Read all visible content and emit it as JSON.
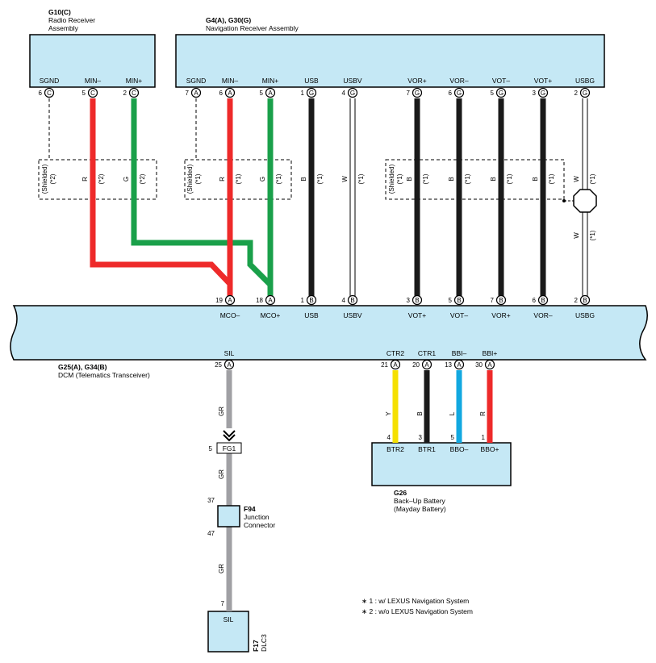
{
  "colors": {
    "box_fill": "#c5e8f5",
    "wire_red": "#ee2a2a",
    "wire_green": "#1aa04a",
    "wire_black": "#1a1a1a",
    "wire_gray": "#a0a0a4",
    "wire_yellow": "#f5e000",
    "wire_blue": "#12a8e0",
    "wire_white": "#ffffff"
  },
  "radio": {
    "code": "G10(C)",
    "name_lines": [
      "Radio Receiver",
      "Assembly"
    ],
    "pins": [
      {
        "name": "SGND",
        "num": "6",
        "letter": "C"
      },
      {
        "name": "MIN–",
        "num": "5",
        "letter": "C"
      },
      {
        "name": "MIN+",
        "num": "2",
        "letter": "C"
      }
    ]
  },
  "nav": {
    "code": "G4(A), G30(G)",
    "name": "Navigation Receiver Assembly",
    "pins": [
      {
        "name": "SGND",
        "num": "7",
        "letter": "A"
      },
      {
        "name": "MIN–",
        "num": "6",
        "letter": "A"
      },
      {
        "name": "MIN+",
        "num": "5",
        "letter": "A"
      },
      {
        "name": "USB",
        "num": "1",
        "letter": "G"
      },
      {
        "name": "USBV",
        "num": "4",
        "letter": "G"
      },
      {
        "name": "VOR+",
        "num": "7",
        "letter": "G"
      },
      {
        "name": "VOR–",
        "num": "6",
        "letter": "G"
      },
      {
        "name": "VOT–",
        "num": "5",
        "letter": "G"
      },
      {
        "name": "VOT+",
        "num": "3",
        "letter": "G"
      },
      {
        "name": "USBG",
        "num": "2",
        "letter": "G"
      }
    ]
  },
  "dcm": {
    "code": "G25(A), G34(B)",
    "name": "DCM (Telematics Transceiver)",
    "top_pins": [
      {
        "name": "MCO–",
        "num": "19",
        "letter": "A"
      },
      {
        "name": "MCO+",
        "num": "18",
        "letter": "A"
      },
      {
        "name": "USB",
        "num": "1",
        "letter": "B"
      },
      {
        "name": "USBV",
        "num": "4",
        "letter": "B"
      },
      {
        "name": "VOT+",
        "num": "3",
        "letter": "B"
      },
      {
        "name": "VOT–",
        "num": "5",
        "letter": "B"
      },
      {
        "name": "VOR+",
        "num": "7",
        "letter": "B"
      },
      {
        "name": "VOR–",
        "num": "6",
        "letter": "B"
      },
      {
        "name": "USBG",
        "num": "2",
        "letter": "B"
      }
    ],
    "bottom_pins": [
      {
        "name": "SIL",
        "num": "25",
        "letter": "A"
      },
      {
        "name": "CTR2",
        "num": "21",
        "letter": "A"
      },
      {
        "name": "CTR1",
        "num": "20",
        "letter": "A"
      },
      {
        "name": "BBI–",
        "num": "13",
        "letter": "A"
      },
      {
        "name": "BBI+",
        "num": "30",
        "letter": "A"
      }
    ]
  },
  "shield_groups": [
    {
      "shield_label": "(Shielded)",
      "shield_note": "(*2)",
      "wires": [
        {
          "color": "R",
          "note": "(*2)"
        },
        {
          "color": "G",
          "note": "(*2)"
        }
      ]
    },
    {
      "shield_label": "(Shielded)",
      "shield_note": "(*1)",
      "wires": [
        {
          "color": "R",
          "note": "(*1)"
        },
        {
          "color": "G",
          "note": "(*1)"
        }
      ]
    },
    {
      "shield_label": "(Shielded)",
      "shield_note": "(*1)",
      "wires": [
        {
          "color": "B",
          "note": "(*1)"
        },
        {
          "color": "B",
          "note": "(*1)"
        },
        {
          "color": "B",
          "note": "(*1)"
        },
        {
          "color": "B",
          "note": "(*1)"
        }
      ]
    }
  ],
  "usb_wires": [
    {
      "color": "B",
      "note": "(*1)"
    },
    {
      "color": "W",
      "note": "(*1)"
    }
  ],
  "usbg_wire": {
    "color_upper": "W",
    "note_upper": "(*1)",
    "color_lower": "W",
    "note_lower": "(*1)"
  },
  "sil_line": {
    "wire_color": "GR",
    "fg_pin": "5",
    "fg_label": "FG1",
    "junction_pin_top": "37",
    "junction_pin_bottom": "47",
    "pin_dlc": "7"
  },
  "junction": {
    "code": "F94",
    "name_lines": [
      "Junction",
      "Connector"
    ]
  },
  "dlc": {
    "pin_label": "SIL",
    "code": "F17",
    "name": "DLC3"
  },
  "battery": {
    "code": "G26",
    "name_lines": [
      "Back–Up Battery",
      "(Mayday Battery)"
    ],
    "pins": [
      {
        "name": "BTR2",
        "num": "4",
        "wire": "Y"
      },
      {
        "name": "BTR1",
        "num": "3",
        "wire": "B"
      },
      {
        "name": "BBO–",
        "num": "5",
        "wire": "L"
      },
      {
        "name": "BBO+",
        "num": "1",
        "wire": "R"
      }
    ]
  },
  "notes": [
    "∗ 1 : w/ LEXUS Navigation System",
    "∗ 2 : w/o LEXUS Navigation System"
  ]
}
